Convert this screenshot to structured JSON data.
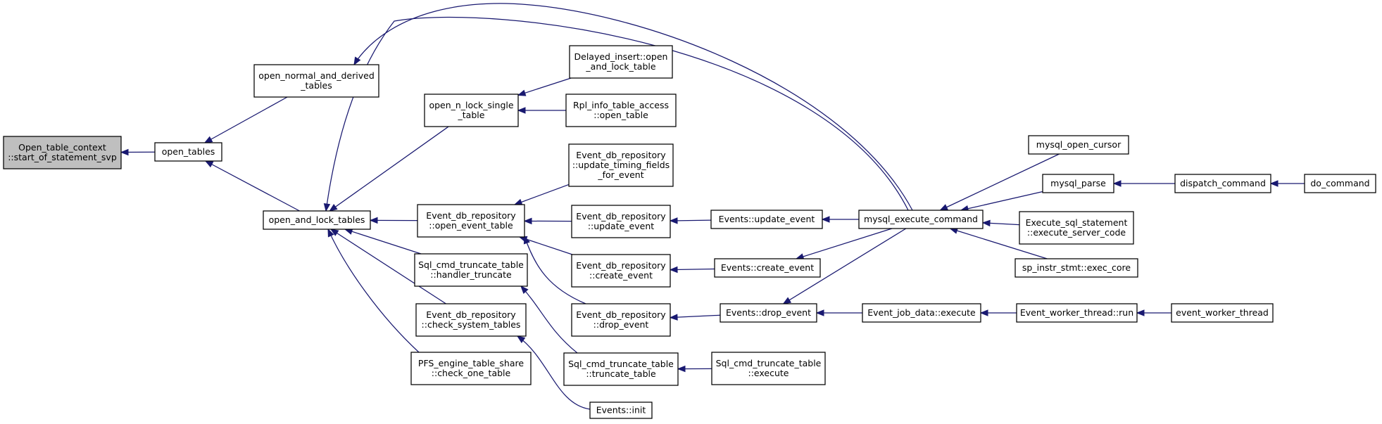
{
  "nodes": [
    {
      "id": "open_table_context",
      "lines": [
        "Open_table_context",
        "::start_of_statement_svp"
      ],
      "root": true
    },
    {
      "id": "open_tables",
      "lines": [
        "open_tables"
      ]
    },
    {
      "id": "open_normal_and_derived_tables",
      "lines": [
        "open_normal_and_derived",
        "_tables"
      ]
    },
    {
      "id": "open_and_lock_tables",
      "lines": [
        "open_and_lock_tables"
      ]
    },
    {
      "id": "open_n_lock_single_table",
      "lines": [
        "open_n_lock_single",
        "_table"
      ]
    },
    {
      "id": "event_db_repo_open_event_table",
      "lines": [
        "Event_db_repository",
        "::open_event_table"
      ]
    },
    {
      "id": "sql_cmd_truncate_handler",
      "lines": [
        "Sql_cmd_truncate_table",
        "::handler_truncate"
      ]
    },
    {
      "id": "event_db_repo_check_system_tables",
      "lines": [
        "Event_db_repository",
        "::check_system_tables"
      ]
    },
    {
      "id": "pfs_check_one_table",
      "lines": [
        "PFS_engine_table_share",
        "::check_one_table"
      ]
    },
    {
      "id": "delayed_insert",
      "lines": [
        "Delayed_insert::open",
        "_and_lock_table"
      ]
    },
    {
      "id": "rpl_info_open_table",
      "lines": [
        "Rpl_info_table_access",
        "::open_table"
      ]
    },
    {
      "id": "event_db_repo_update_timing",
      "lines": [
        "Event_db_repository",
        "::update_timing_fields",
        "_for_event"
      ]
    },
    {
      "id": "event_db_repo_update_event",
      "lines": [
        "Event_db_repository",
        "::update_event"
      ]
    },
    {
      "id": "event_db_repo_create_event",
      "lines": [
        "Event_db_repository",
        "::create_event"
      ]
    },
    {
      "id": "event_db_repo_drop_event",
      "lines": [
        "Event_db_repository",
        "::drop_event"
      ]
    },
    {
      "id": "sql_cmd_truncate_truncate_table",
      "lines": [
        "Sql_cmd_truncate_table",
        "::truncate_table"
      ]
    },
    {
      "id": "events_init",
      "lines": [
        "Events::init"
      ]
    },
    {
      "id": "events_update_event",
      "lines": [
        "Events::update_event"
      ]
    },
    {
      "id": "events_create_event",
      "lines": [
        "Events::create_event"
      ]
    },
    {
      "id": "events_drop_event",
      "lines": [
        "Events::drop_event"
      ]
    },
    {
      "id": "sql_cmd_truncate_execute",
      "lines": [
        "Sql_cmd_truncate_table",
        "::execute"
      ]
    },
    {
      "id": "mysql_execute_command",
      "lines": [
        "mysql_execute_command"
      ]
    },
    {
      "id": "event_job_data_execute",
      "lines": [
        "Event_job_data::execute"
      ]
    },
    {
      "id": "mysql_open_cursor",
      "lines": [
        "mysql_open_cursor"
      ]
    },
    {
      "id": "mysql_parse",
      "lines": [
        "mysql_parse"
      ]
    },
    {
      "id": "execute_sql_statement",
      "lines": [
        "Execute_sql_statement",
        "::execute_server_code"
      ]
    },
    {
      "id": "sp_instr_stmt_exec_core",
      "lines": [
        "sp_instr_stmt::exec_core"
      ]
    },
    {
      "id": "event_worker_thread_run",
      "lines": [
        "Event_worker_thread::run"
      ]
    },
    {
      "id": "dispatch_command",
      "lines": [
        "dispatch_command"
      ]
    },
    {
      "id": "event_worker_thread",
      "lines": [
        "event_worker_thread"
      ]
    },
    {
      "id": "do_command",
      "lines": [
        "do_command"
      ]
    }
  ],
  "edges": [
    {
      "from": "open_tables",
      "to": "open_table_context"
    },
    {
      "from": "open_normal_and_derived_tables",
      "to": "open_tables"
    },
    {
      "from": "open_and_lock_tables",
      "to": "open_tables"
    },
    {
      "from": "mysql_execute_command",
      "to": "open_normal_and_derived_tables"
    },
    {
      "from": "open_n_lock_single_table",
      "to": "open_and_lock_tables"
    },
    {
      "from": "event_db_repo_open_event_table",
      "to": "open_and_lock_tables"
    },
    {
      "from": "sql_cmd_truncate_handler",
      "to": "open_and_lock_tables"
    },
    {
      "from": "event_db_repo_check_system_tables",
      "to": "open_and_lock_tables"
    },
    {
      "from": "pfs_check_one_table",
      "to": "open_and_lock_tables"
    },
    {
      "from": "mysql_execute_command",
      "to": "open_and_lock_tables"
    },
    {
      "from": "delayed_insert",
      "to": "open_n_lock_single_table"
    },
    {
      "from": "rpl_info_open_table",
      "to": "open_n_lock_single_table"
    },
    {
      "from": "event_db_repo_update_timing",
      "to": "event_db_repo_open_event_table"
    },
    {
      "from": "event_db_repo_update_event",
      "to": "event_db_repo_open_event_table"
    },
    {
      "from": "event_db_repo_create_event",
      "to": "event_db_repo_open_event_table"
    },
    {
      "from": "event_db_repo_drop_event",
      "to": "event_db_repo_open_event_table"
    },
    {
      "from": "sql_cmd_truncate_truncate_table",
      "to": "sql_cmd_truncate_handler"
    },
    {
      "from": "events_init",
      "to": "event_db_repo_check_system_tables"
    },
    {
      "from": "events_update_event",
      "to": "event_db_repo_update_event"
    },
    {
      "from": "events_create_event",
      "to": "event_db_repo_create_event"
    },
    {
      "from": "events_drop_event",
      "to": "event_db_repo_drop_event"
    },
    {
      "from": "sql_cmd_truncate_execute",
      "to": "sql_cmd_truncate_truncate_table"
    },
    {
      "from": "mysql_execute_command",
      "to": "events_update_event"
    },
    {
      "from": "mysql_execute_command",
      "to": "events_create_event"
    },
    {
      "from": "mysql_execute_command",
      "to": "events_drop_event"
    },
    {
      "from": "event_job_data_execute",
      "to": "events_drop_event"
    },
    {
      "from": "mysql_open_cursor",
      "to": "mysql_execute_command"
    },
    {
      "from": "mysql_parse",
      "to": "mysql_execute_command"
    },
    {
      "from": "execute_sql_statement",
      "to": "mysql_execute_command"
    },
    {
      "from": "sp_instr_stmt_exec_core",
      "to": "mysql_execute_command"
    },
    {
      "from": "event_worker_thread_run",
      "to": "event_job_data_execute"
    },
    {
      "from": "dispatch_command",
      "to": "mysql_parse"
    },
    {
      "from": "event_worker_thread",
      "to": "event_worker_thread_run"
    },
    {
      "from": "do_command",
      "to": "dispatch_command"
    }
  ]
}
